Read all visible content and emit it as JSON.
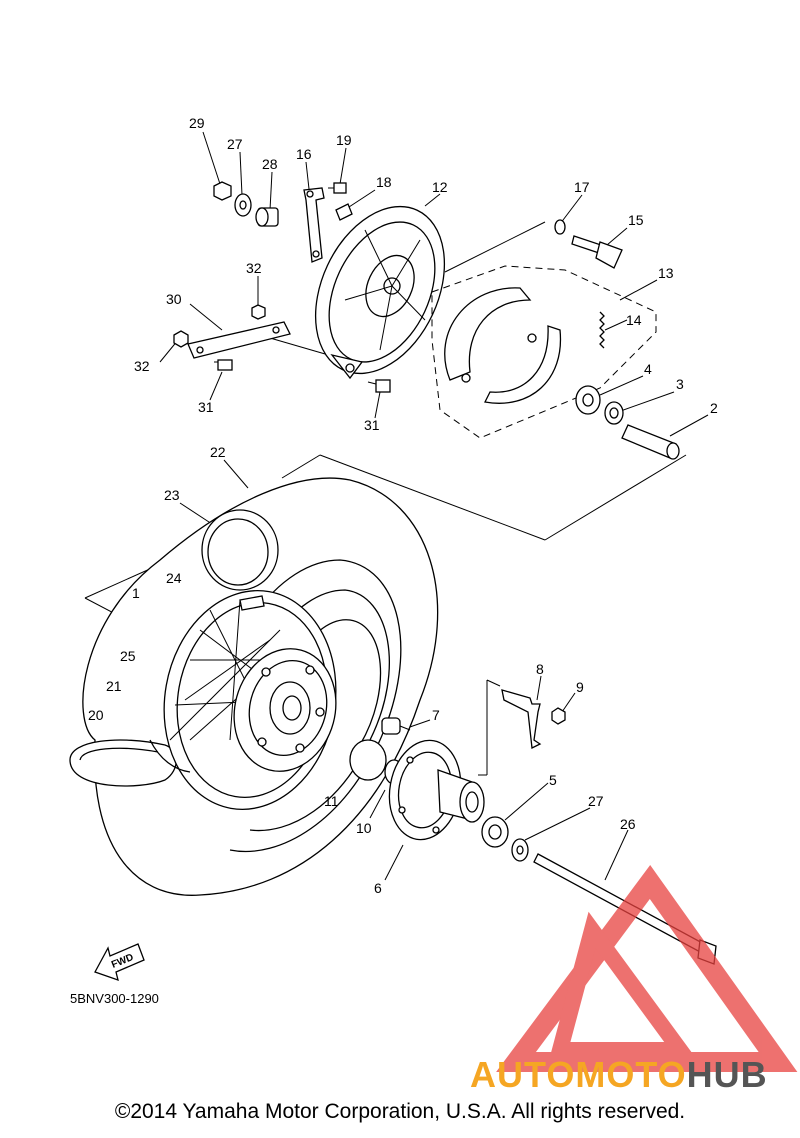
{
  "part_labels": [
    {
      "id": "29",
      "text": "29"
    },
    {
      "id": "27a",
      "text": "27"
    },
    {
      "id": "28",
      "text": "28"
    },
    {
      "id": "16",
      "text": "16"
    },
    {
      "id": "19",
      "text": "19"
    },
    {
      "id": "18",
      "text": "18"
    },
    {
      "id": "12",
      "text": "12"
    },
    {
      "id": "17",
      "text": "17"
    },
    {
      "id": "15",
      "text": "15"
    },
    {
      "id": "13",
      "text": "13"
    },
    {
      "id": "14",
      "text": "14"
    },
    {
      "id": "32a",
      "text": "32"
    },
    {
      "id": "30",
      "text": "30"
    },
    {
      "id": "32b",
      "text": "32"
    },
    {
      "id": "31a",
      "text": "31"
    },
    {
      "id": "31b",
      "text": "31"
    },
    {
      "id": "4",
      "text": "4"
    },
    {
      "id": "3",
      "text": "3"
    },
    {
      "id": "2",
      "text": "2"
    },
    {
      "id": "22",
      "text": "22"
    },
    {
      "id": "23",
      "text": "23"
    },
    {
      "id": "24",
      "text": "24"
    },
    {
      "id": "1",
      "text": "1"
    },
    {
      "id": "25",
      "text": "25"
    },
    {
      "id": "21",
      "text": "21"
    },
    {
      "id": "20",
      "text": "20"
    },
    {
      "id": "8",
      "text": "8"
    },
    {
      "id": "9",
      "text": "9"
    },
    {
      "id": "7",
      "text": "7"
    },
    {
      "id": "5",
      "text": "5"
    },
    {
      "id": "27b",
      "text": "27"
    },
    {
      "id": "26",
      "text": "26"
    },
    {
      "id": "11",
      "text": "11"
    },
    {
      "id": "10",
      "text": "10"
    },
    {
      "id": "6",
      "text": "6"
    }
  ],
  "drawing_code": "5BNV300-1290",
  "fwd_label": "FWD",
  "watermark": {
    "prefix": "AUTOMOTO",
    "suffix": "HUB",
    "prefix_color": "#f5a623",
    "suffix_color": "#555555",
    "logo_color": "#e8423f"
  },
  "copyright": "©2014 Yamaha Motor Corporation, U.S.A. All rights reserved."
}
